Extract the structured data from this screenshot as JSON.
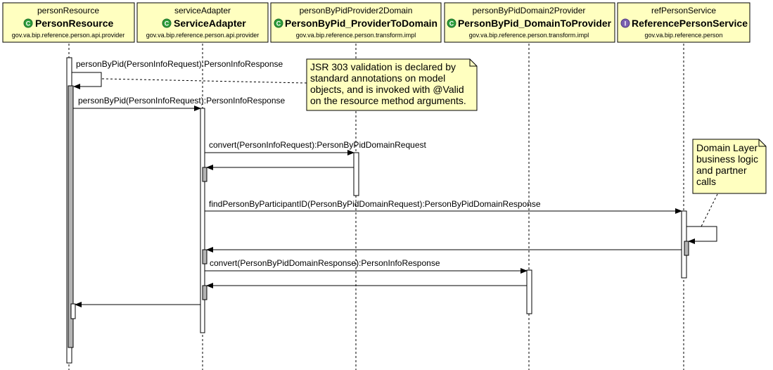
{
  "participants": [
    {
      "id": "p0",
      "role": "personResource",
      "name": "PersonResource",
      "pkg": "gov.va.bip.reference.person.api.provider",
      "kind": "C",
      "icon": "class-icon"
    },
    {
      "id": "p1",
      "role": "serviceAdapter",
      "name": "ServiceAdapter",
      "pkg": "gov.va.bip.reference.person.api.provider",
      "kind": "C",
      "icon": "class-icon"
    },
    {
      "id": "p2",
      "role": "personByPidProvider2Domain",
      "name": "PersonByPid_ProviderToDomain",
      "pkg": "gov.va.bip.reference.person.transform.impl",
      "kind": "C",
      "icon": "class-icon"
    },
    {
      "id": "p3",
      "role": "personByPidDomain2Provider",
      "name": "PersonByPid_DomainToProvider",
      "pkg": "gov.va.bip.reference.person.transform.impl",
      "kind": "C",
      "icon": "class-icon"
    },
    {
      "id": "p4",
      "role": "refPersonService",
      "name": "ReferencePersonService",
      "pkg": "gov.va.bip.reference.person",
      "kind": "I",
      "icon": "interface-icon"
    }
  ],
  "messages": [
    {
      "label": "personByPid(PersonInfoRequest):PersonInfoResponse",
      "from": "p0",
      "to": "p0",
      "kind": "self-call"
    },
    {
      "label": "personByPid(PersonInfoRequest):PersonInfoResponse",
      "from": "p0",
      "to": "p1",
      "kind": "call"
    },
    {
      "label": "convert(PersonInfoRequest):PersonByPidDomainRequest",
      "from": "p1",
      "to": "p2",
      "kind": "call"
    },
    {
      "label": "",
      "from": "p2",
      "to": "p1",
      "kind": "return"
    },
    {
      "label": "findPersonByParticipantID(PersonByPidDomainRequest):PersonByPidDomainResponse",
      "from": "p1",
      "to": "p4",
      "kind": "call"
    },
    {
      "label": "",
      "from": "p4",
      "to": "p4",
      "kind": "self-call"
    },
    {
      "label": "",
      "from": "p4",
      "to": "p1",
      "kind": "return"
    },
    {
      "label": "convert(PersonByPidDomainResponse):PersonInfoResponse",
      "from": "p1",
      "to": "p3",
      "kind": "call"
    },
    {
      "label": "",
      "from": "p3",
      "to": "p1",
      "kind": "return"
    },
    {
      "label": "",
      "from": "p1",
      "to": "p0",
      "kind": "return"
    }
  ],
  "notes": [
    {
      "id": "n0",
      "lines": [
        "JSR 303 validation is declared by",
        "standard annotations on model",
        "objects, and is invoked with @Valid",
        "on the resource method arguments."
      ]
    },
    {
      "id": "n1",
      "lines": [
        "Domain Layer",
        "business logic",
        "and partner",
        "calls"
      ]
    }
  ],
  "colors": {
    "header_fill": "#ffffc0",
    "note_fill": "#ffffc0",
    "class_badge": "#2e9e3c",
    "interface_badge": "#7b5fb0",
    "activation_dark": "#b4b4b4",
    "activation_light": "#ffffff",
    "line": "#000000",
    "lifeline": "#000000"
  }
}
